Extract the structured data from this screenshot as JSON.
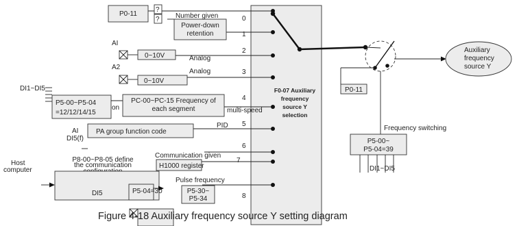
{
  "caption": "Figure 4-18 Auxiliary frequency source Y setting diagram",
  "selector": {
    "code": "F0-07",
    "lines": [
      "F0-07 Auxiliary",
      "frequency",
      "source Y",
      "selection"
    ]
  },
  "output_label": [
    "Auxiliary",
    "frequency",
    "source Y"
  ],
  "channels": {
    "c0": {
      "num": "0",
      "label": "Number given",
      "param": "P0-11",
      "marks": [
        "?",
        "?"
      ]
    },
    "c1": {
      "num": "1",
      "label_lines": [
        "Power-down",
        "retention"
      ]
    },
    "c2": {
      "num": "2",
      "label": "Analog",
      "input": "AI",
      "range": "0~10V"
    },
    "c3": {
      "num": "3",
      "label": "Analog",
      "input": "A2",
      "range": "0~10V"
    },
    "c4": {
      "num": "4",
      "label": "multi-speed",
      "input": "DI1~DI5",
      "param_lines": [
        "P5-00~P5-04",
        "=12/12/14/15"
      ],
      "on": "on",
      "table_lines": [
        "PC-00~PC-15 Frequency of",
        "each segment"
      ]
    },
    "c5": {
      "num": "5",
      "label": "PID",
      "inputs": [
        "AI",
        "DI5(f)"
      ],
      "box": "PA group function code"
    },
    "c6": {
      "num": "6"
    },
    "c7": {
      "num": "7",
      "label": "Communication given",
      "input_lines": [
        "Host",
        "computer"
      ],
      "define_lines": [
        "P8-00~P8-05 define",
        "the communication",
        "configuration"
      ],
      "register": "H1000 register"
    },
    "c8": {
      "num": "8",
      "label": "Pulse frequency",
      "di": "DI5",
      "param": "P5-04=30",
      "range_lines": [
        "P5-30~",
        "P5-34"
      ]
    }
  },
  "switching": {
    "param_box": "P0-11",
    "label": "Frequency switching",
    "box_lines": [
      "P5-00~",
      "P5-04=39"
    ],
    "di_label": "DI1~DI5"
  },
  "colors": {
    "box_fill": "#ececec",
    "line": "#222222",
    "background": "#ffffff"
  }
}
